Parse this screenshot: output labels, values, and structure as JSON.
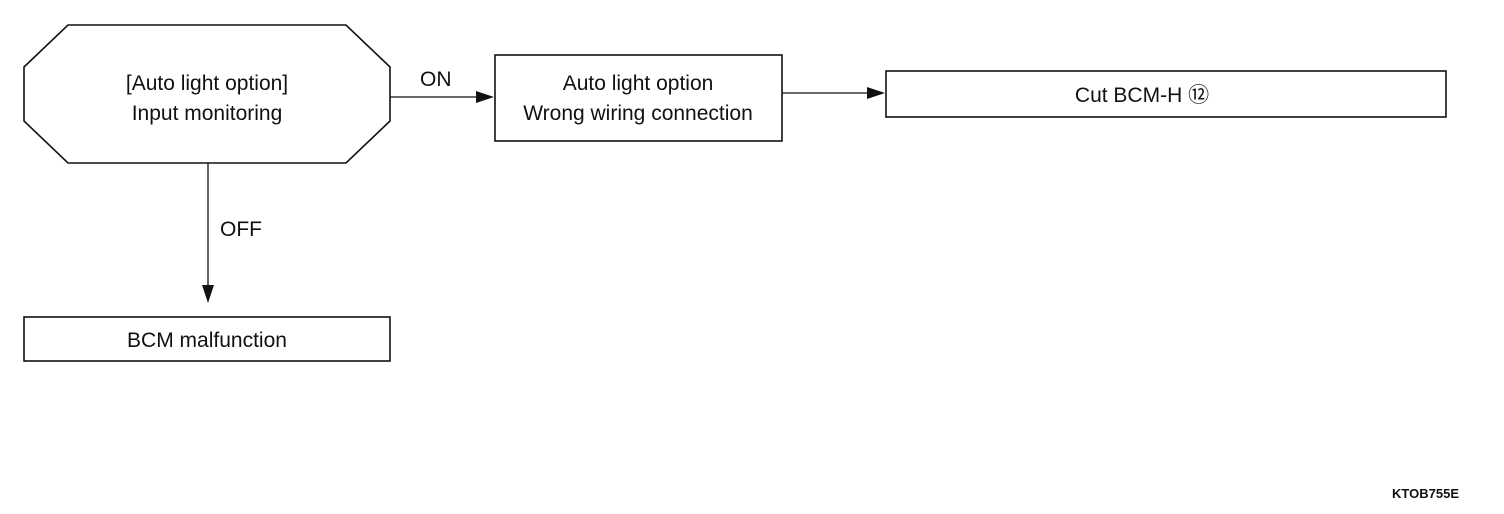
{
  "nodes": {
    "start": {
      "line1": "[Auto light option]",
      "line2": "Input monitoring"
    },
    "wrong_wiring": {
      "line1": "Auto light option",
      "line2": "Wrong wiring connection"
    },
    "cut_bcm": {
      "label": "Cut BCM-H ⑫"
    },
    "bcm_malfunction": {
      "label": "BCM malfunction"
    }
  },
  "edges": {
    "on_label": "ON",
    "off_label": "OFF"
  },
  "figure_id": "KTOB755E",
  "colors": {
    "stroke": "#111111",
    "background": "#ffffff"
  }
}
